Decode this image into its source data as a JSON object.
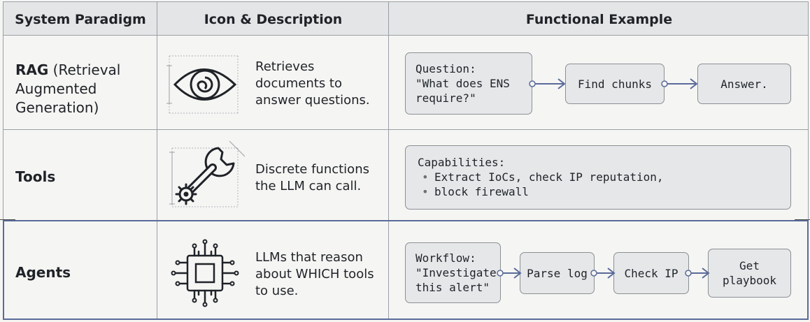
{
  "header": {
    "col1": "System Paradigm",
    "col2": "Icon & Description",
    "col3": "Functional Example"
  },
  "rows": [
    {
      "icon": "eye-icon",
      "title": "RAG",
      "subtitle": "(Retrieval\nAugmented\nGeneration)",
      "description": "Retrieves\ndocuments to\nanswer questions.",
      "example": {
        "steps": [
          "Question:\n\"What does ENS\nrequire?\"",
          "Find chunks",
          "Answer."
        ]
      }
    },
    {
      "icon": "wrench-gear-icon",
      "title": "Tools",
      "description": "Discrete functions\nthe LLM can call.",
      "example": {
        "heading": "Capabilities:",
        "items": [
          "Extract IoCs, check IP reputation,",
          "block firewall"
        ]
      }
    },
    {
      "icon": "chip-icon",
      "title": "Agents",
      "description": "LLMs that reason\nabout WHICH tools\nto use.",
      "example": {
        "steps": [
          "Workflow:\n\"Investigate\nthis alert\"",
          "Parse log",
          "Check IP",
          "Get\nplaybook"
        ]
      }
    }
  ],
  "colors": {
    "border": "#9aa0a6",
    "header_bg": "#e4e5e6",
    "box_bg": "#e6e7e9",
    "arrow": "#5a6b9a",
    "highlight": "#5a6b9a"
  }
}
